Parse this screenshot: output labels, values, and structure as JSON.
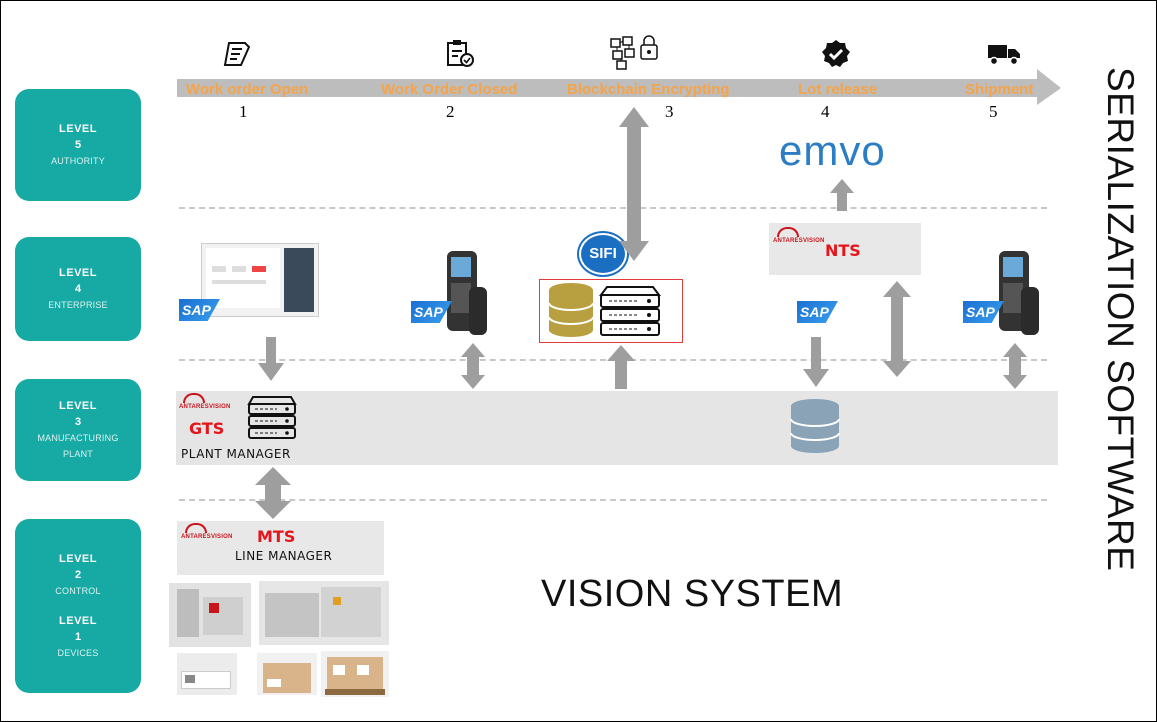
{
  "timeline": {
    "steps": [
      {
        "label": "Work order Open",
        "number": "1"
      },
      {
        "label": "Work Order Closed",
        "number": "2"
      },
      {
        "label": "Blockchain Encrypting",
        "number": "3"
      },
      {
        "label": "Lot release",
        "number": "4"
      },
      {
        "label": "Shipment",
        "number": "5"
      }
    ],
    "arrow_color": "#bdbdbd",
    "label_color": "#f5a44a"
  },
  "levels": [
    {
      "level": "LEVEL",
      "number": "5",
      "name": "AUTHORITY"
    },
    {
      "level": "LEVEL",
      "number": "4",
      "name": "ENTERPRISE"
    },
    {
      "level": "LEVEL",
      "number": "3",
      "name": "MANUFACTURING",
      "name2": "PLANT"
    },
    {
      "level": "LEVEL",
      "number": "2",
      "name": "CONTROL",
      "level_b": "LEVEL",
      "number_b": "1",
      "name_b": "DEVICES"
    }
  ],
  "level_color": "#17a9a4",
  "logos": {
    "emvo": "emvo",
    "sifi": "SIFI",
    "sap": "SAP",
    "antares": "ANTARESVISION"
  },
  "managers": {
    "nts": "NTS",
    "gts": "GTS",
    "gts_role": "PLANT MANAGER",
    "mts": "MTS",
    "mts_role": "LINE MANAGER"
  },
  "vision_system": "VISION SYSTEM",
  "side_title": "SERIALIZATION SOFTWARE",
  "icons": [
    "document-icon",
    "clipboard-check-icon",
    "blockchain-icon",
    "badge-check-icon",
    "truck-icon"
  ]
}
